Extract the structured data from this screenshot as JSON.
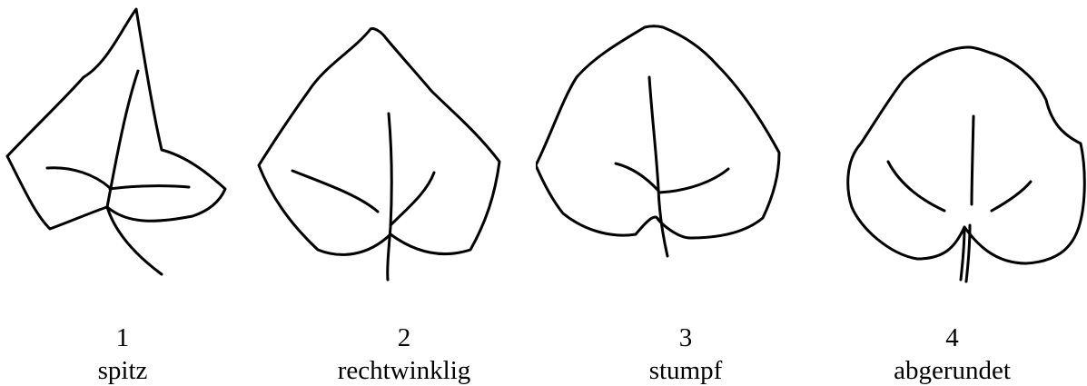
{
  "leaves": [
    {
      "number": "1",
      "label": "spitz"
    },
    {
      "number": "2",
      "label": "rechtwinklig"
    },
    {
      "number": "3",
      "label": "stumpf"
    },
    {
      "number": "4",
      "label": "abgerundet"
    }
  ]
}
